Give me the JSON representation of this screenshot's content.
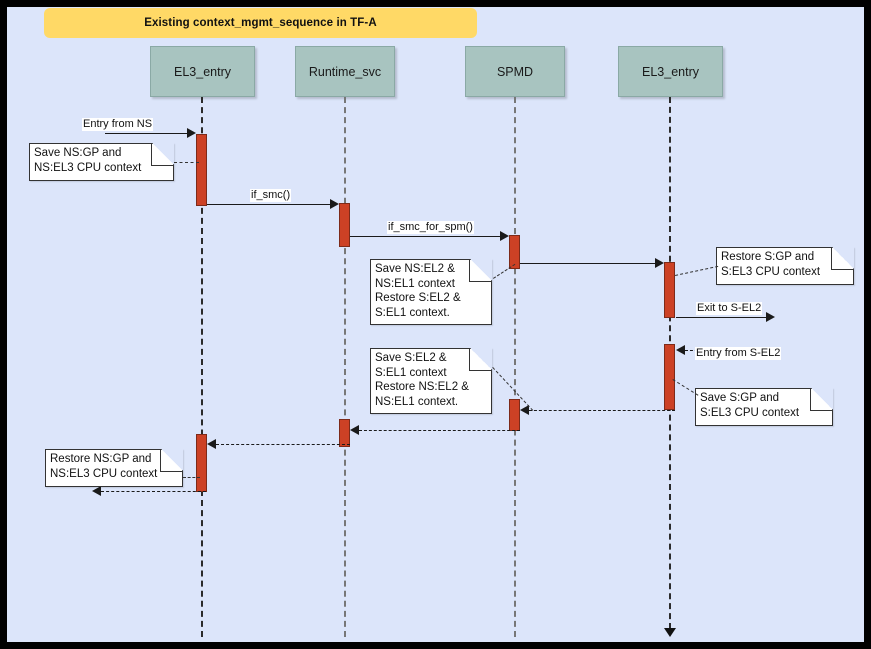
{
  "diagram": {
    "title": "Existing context_mgmt_sequence in TF-A",
    "type": "uml-sequence-diagram",
    "background_color": "#dce5fa",
    "title_background_color": "#ffd966",
    "lifeline_header_color": "#a8c4c0",
    "activation_color": "#cc4125",
    "frame_color": "#000000"
  },
  "lifelines": [
    {
      "id": "el3_entry_left",
      "label": "EL3_entry"
    },
    {
      "id": "runtime_svc",
      "label": "Runtime_svc"
    },
    {
      "id": "spmd",
      "label": "SPMD"
    },
    {
      "id": "el3_entry_right",
      "label": "EL3_entry"
    }
  ],
  "messages": [
    {
      "id": "m1",
      "label": "Entry from NS",
      "from": "external-left",
      "to": "el3_entry_left",
      "style": "solid",
      "direction": "right"
    },
    {
      "id": "m2",
      "label": "if_smc()",
      "from": "el3_entry_left",
      "to": "runtime_svc",
      "style": "solid",
      "direction": "right"
    },
    {
      "id": "m3",
      "label": "if_smc_for_spm()",
      "from": "runtime_svc",
      "to": "spmd",
      "style": "solid",
      "direction": "right"
    },
    {
      "id": "m4",
      "label": "",
      "from": "spmd",
      "to": "el3_entry_right",
      "style": "solid",
      "direction": "right"
    },
    {
      "id": "m5",
      "label": "Exit to S-EL2",
      "from": "el3_entry_right",
      "to": "external-right",
      "style": "solid",
      "direction": "right"
    },
    {
      "id": "m6",
      "label": "Entry from S-EL2",
      "from": "external-right",
      "to": "el3_entry_right",
      "style": "dashed",
      "direction": "left"
    },
    {
      "id": "m7",
      "label": "",
      "from": "el3_entry_right",
      "to": "spmd",
      "style": "dashed",
      "direction": "left"
    },
    {
      "id": "m8",
      "label": "",
      "from": "spmd",
      "to": "runtime_svc",
      "style": "dashed",
      "direction": "left"
    },
    {
      "id": "m9",
      "label": "",
      "from": "runtime_svc",
      "to": "el3_entry_left",
      "style": "dashed",
      "direction": "left"
    },
    {
      "id": "m10",
      "label": "",
      "from": "el3_entry_left",
      "to": "external-left",
      "style": "dashed",
      "direction": "left"
    }
  ],
  "notes": [
    {
      "id": "note1",
      "attached_to": "el3_entry_left",
      "lines": [
        "Save NS:GP and",
        "NS:EL3 CPU context"
      ]
    },
    {
      "id": "note2",
      "attached_to": "spmd",
      "lines": [
        "Save NS:EL2 &",
        "NS:EL1 context",
        "Restore S:EL2 &",
        "S:EL1 context."
      ]
    },
    {
      "id": "note3",
      "attached_to": "el3_entry_right",
      "lines": [
        "Restore S:GP and",
        "S:EL3 CPU context"
      ]
    },
    {
      "id": "note4",
      "attached_to": "spmd",
      "lines": [
        "Save S:EL2 &",
        "S:EL1 context",
        "Restore NS:EL2 &",
        "NS:EL1 context."
      ]
    },
    {
      "id": "note5",
      "attached_to": "el3_entry_right",
      "lines": [
        "Save S:GP and",
        "S:EL3 CPU context"
      ]
    },
    {
      "id": "note6",
      "attached_to": "el3_entry_left",
      "lines": [
        "Restore NS:GP and",
        "NS:EL3 CPU context"
      ]
    }
  ]
}
